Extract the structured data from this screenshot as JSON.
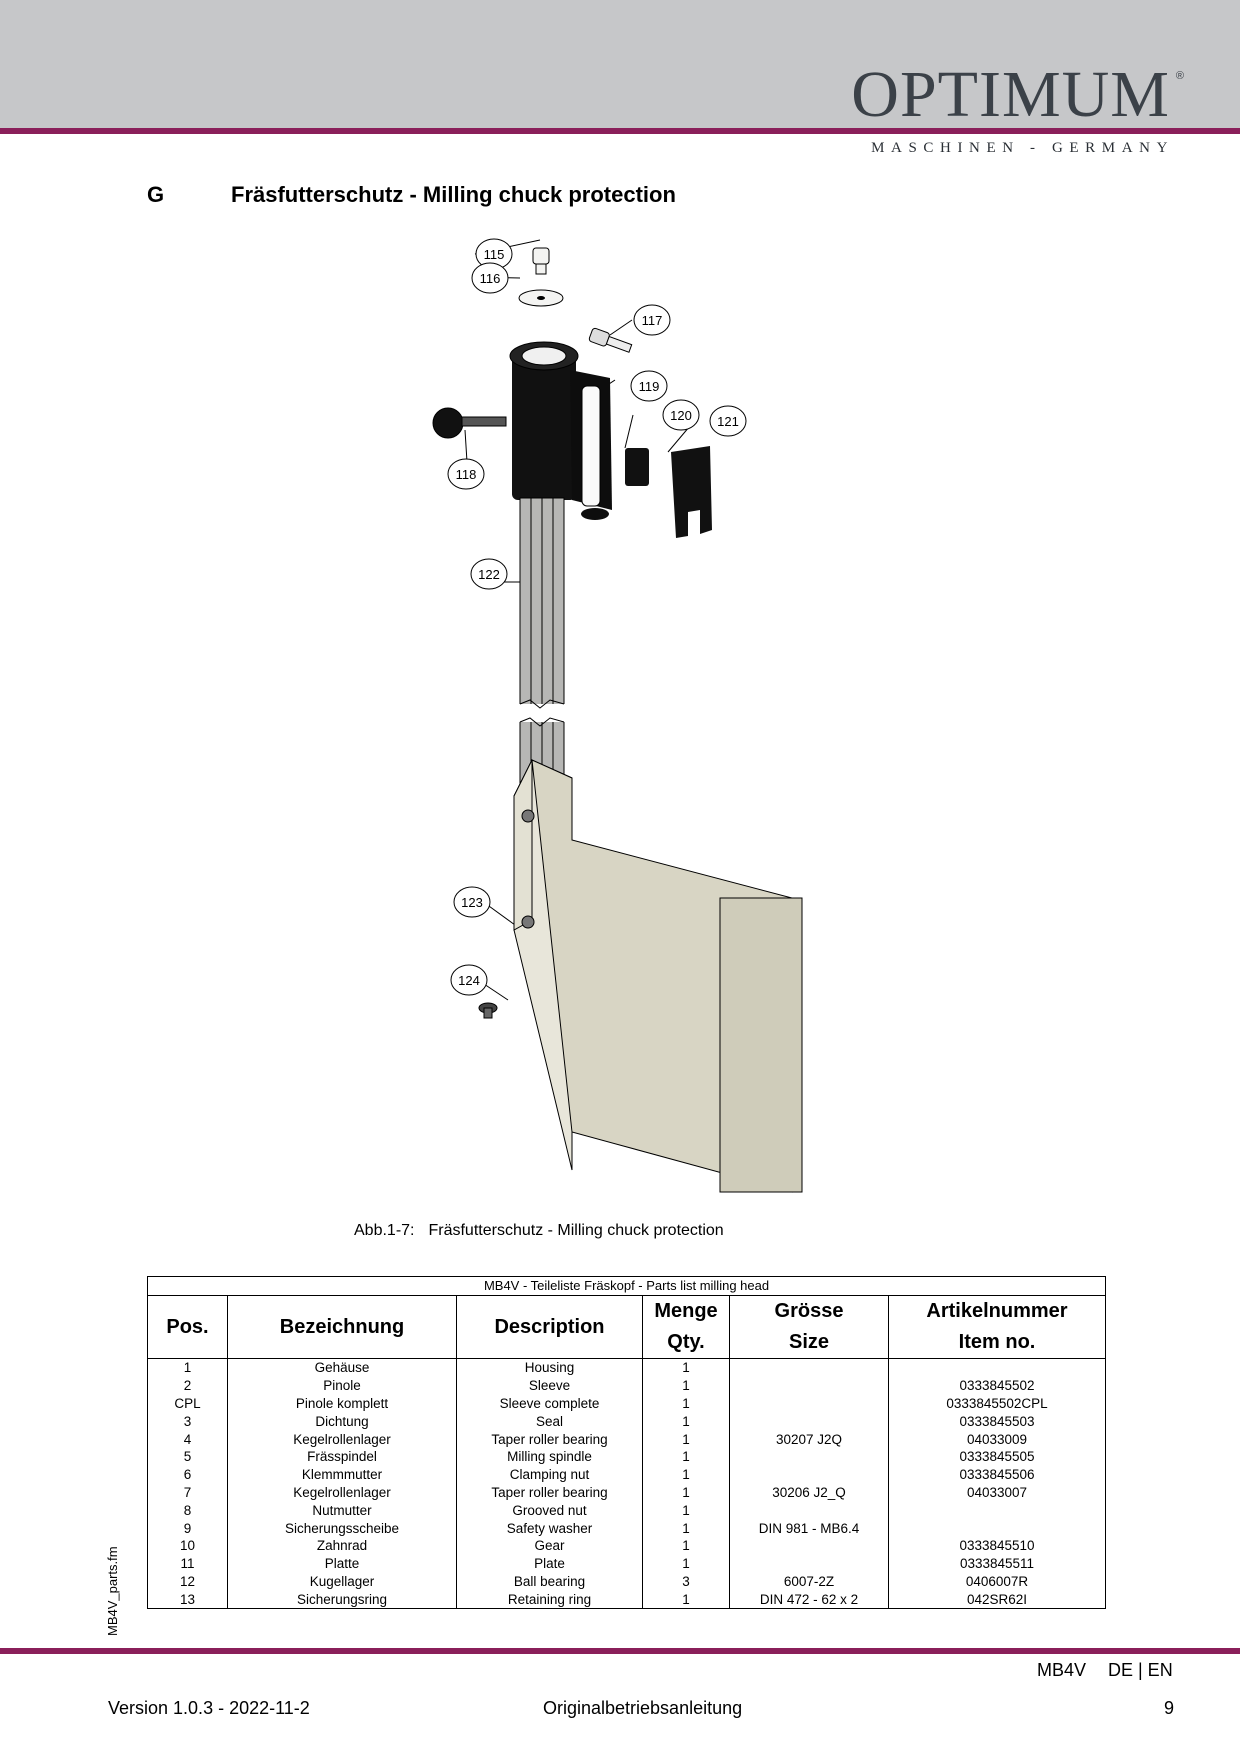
{
  "header": {
    "brand": "OPTIMUM",
    "registered": "®",
    "tagline": "MASCHINEN - GERMANY",
    "colors": {
      "band": "#c6c7c9",
      "accent": "#8a1f5a",
      "logo": "#3b4148"
    }
  },
  "section": {
    "letter": "G",
    "title": "Fräsfutterschutz - Milling chuck protection"
  },
  "figure": {
    "callouts": [
      "115",
      "116",
      "117",
      "119",
      "120",
      "121",
      "118",
      "122",
      "123",
      "124"
    ],
    "caption_label": "Abb.1-7:",
    "caption_text": "Fräsfutterschutz - Milling chuck protection"
  },
  "parts_table": {
    "caption": "MB4V - Teileliste Fräskopf - Parts list milling head",
    "headers": {
      "pos": "Pos.",
      "bezeichnung": "Bezeichnung",
      "description": "Description",
      "menge": "Menge",
      "qty": "Qty.",
      "groesse": "Grösse",
      "size": "Size",
      "artikelnummer": "Artikelnummer",
      "item_no": "Item no."
    },
    "rows": [
      {
        "pos": "1",
        "bez": "Gehäuse",
        "desc": "Housing",
        "qty": "1",
        "size": "",
        "item": ""
      },
      {
        "pos": "2",
        "bez": "Pinole",
        "desc": "Sleeve",
        "qty": "1",
        "size": "",
        "item": "0333845502"
      },
      {
        "pos": "CPL",
        "bez": "Pinole komplett",
        "desc": "Sleeve complete",
        "qty": "1",
        "size": "",
        "item": "0333845502CPL"
      },
      {
        "pos": "3",
        "bez": "Dichtung",
        "desc": "Seal",
        "qty": "1",
        "size": "",
        "item": "0333845503"
      },
      {
        "pos": "4",
        "bez": "Kegelrollenlager",
        "desc": "Taper roller bearing",
        "qty": "1",
        "size": "30207 J2Q",
        "item": "04033009"
      },
      {
        "pos": "5",
        "bez": "Frässpindel",
        "desc": "Milling spindle",
        "qty": "1",
        "size": "",
        "item": "0333845505"
      },
      {
        "pos": "6",
        "bez": "Klemmmutter",
        "desc": "Clamping nut",
        "qty": "1",
        "size": "",
        "item": "0333845506"
      },
      {
        "pos": "7",
        "bez": "Kegelrollenlager",
        "desc": "Taper roller bearing",
        "qty": "1",
        "size": "30206 J2_Q",
        "item": "04033007"
      },
      {
        "pos": "8",
        "bez": "Nutmutter",
        "desc": "Grooved nut",
        "qty": "1",
        "size": "",
        "item": ""
      },
      {
        "pos": "9",
        "bez": "Sicherungsscheibe",
        "desc": "Safety washer",
        "qty": "1",
        "size": "DIN 981 - MB6.4",
        "item": ""
      },
      {
        "pos": "10",
        "bez": "Zahnrad",
        "desc": "Gear",
        "qty": "1",
        "size": "",
        "item": "0333845510"
      },
      {
        "pos": "11",
        "bez": "Platte",
        "desc": "Plate",
        "qty": "1",
        "size": "",
        "item": "0333845511"
      },
      {
        "pos": "12",
        "bez": "Kugellager",
        "desc": "Ball bearing",
        "qty": "3",
        "size": "6007-2Z",
        "item": "0406007R"
      },
      {
        "pos": "13",
        "bez": "Sicherungsring",
        "desc": "Retaining ring",
        "qty": "1",
        "size": "DIN 472 - 62 x 2",
        "item": "042SR62I"
      }
    ]
  },
  "side_label": "MB4V_parts.fm",
  "footer": {
    "model": "MB4V",
    "languages": "DE | EN",
    "version": "Version 1.0.3 - 2022-11-2",
    "document": "Originalbetriebsanleitung",
    "page": "9"
  }
}
